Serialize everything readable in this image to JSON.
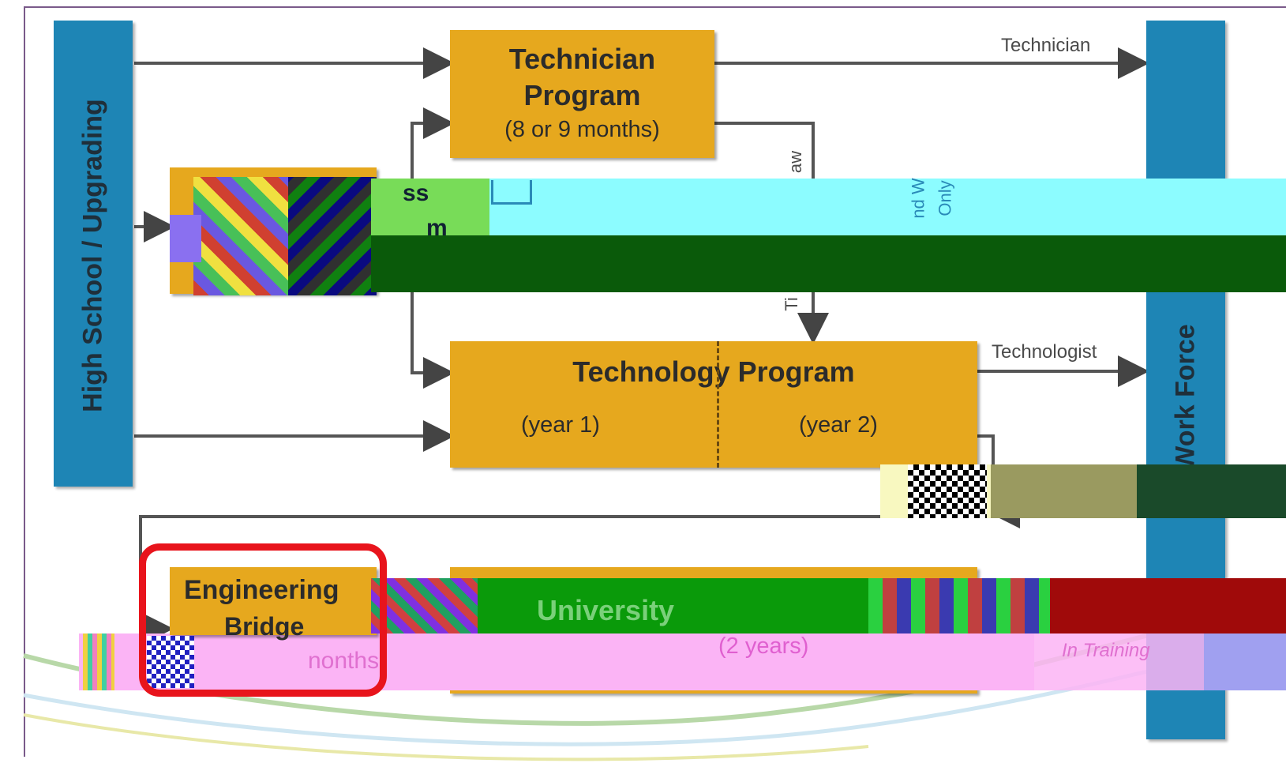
{
  "left_pillar": {
    "label": "High School / Upgrading"
  },
  "right_pillar": {
    "label": "Work Force"
  },
  "technician_program": {
    "title": "Technician",
    "title2": "Program",
    "duration": "(8 or 9 months)"
  },
  "access_program": {
    "title_fragment": "ss",
    "title_fragment2": "m"
  },
  "technology_program": {
    "title": "Technology Program",
    "year1": "(year 1)",
    "year2": "(year 2)"
  },
  "engineering_bridge": {
    "title": "Engineering",
    "title2": "Bridge",
    "duration_fragment": "nonths"
  },
  "university": {
    "title": "University",
    "duration": "(2 years)",
    "extra": "In Training"
  },
  "edge_labels": {
    "technician": "Technician",
    "technologist": "Technologist",
    "vertical_fragment_top": "aw",
    "vertical_fragment_bottom": "Ti",
    "vertical_fragment_cyan1": "nd W",
    "vertical_fragment_cyan2": "Only"
  },
  "colors": {
    "box_fill": "#e6a81e",
    "pillar_fill": "#1e85b5",
    "highlight": "#e8141c",
    "cyan_band": "#8cfcff",
    "green_band": "#0a5a0a",
    "pink_band": "#fbb4f5"
  }
}
